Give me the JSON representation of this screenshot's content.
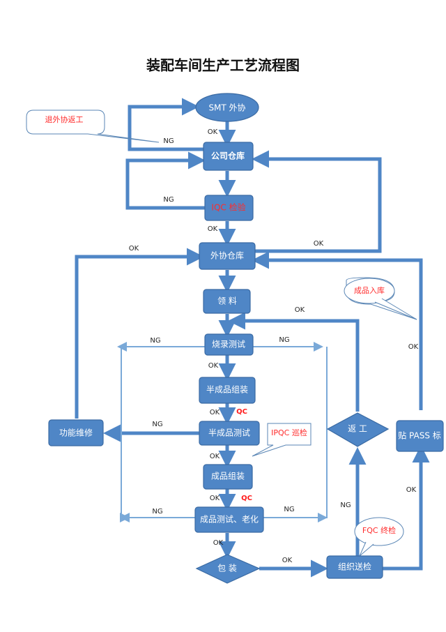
{
  "title": "装配车间生产工艺流程图",
  "colors": {
    "node": "#4f86c6",
    "line": "#4f86c6",
    "thin_line": "#7aa9d8",
    "red_text": "#ff2b2b"
  },
  "nodes": {
    "smt": "SMT 外协",
    "warehouse": "公司仓库",
    "iqc": "IQC 检验",
    "outsource_wh": "外协仓库",
    "pick": "领  料",
    "burn_test": "烧录测试",
    "semi_assembly": "半成品组装",
    "semi_test": "半成品测试",
    "final_assembly": "成品组装",
    "final_test": "成品测试、老化",
    "pack": "包  装",
    "inspection": "组织送检",
    "rework": "返  工",
    "pass_label": "贴 PASS 标",
    "repair": "功能维修"
  },
  "callouts": {
    "return_out": "退外协返工",
    "into_stock": "成品入库",
    "ipqc": "IPQC 巡检",
    "fqc": "FQC 终检"
  },
  "edge_labels": {
    "ok": "OK",
    "ng": "NG",
    "qc": "QC"
  }
}
